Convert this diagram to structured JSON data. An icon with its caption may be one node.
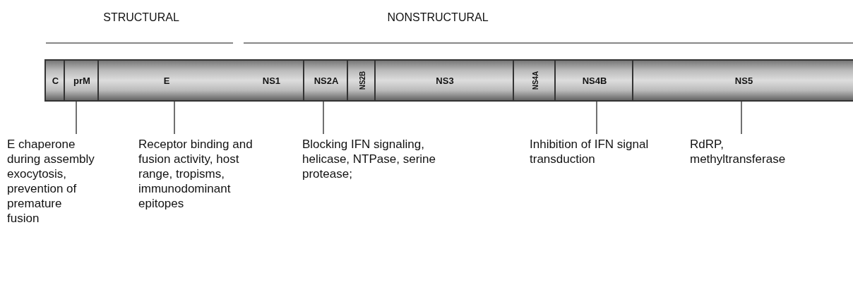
{
  "diagram": {
    "nodes": [
      {
        "text": [
          "C"
        ]
      },
      {
        "text": [
          "prM"
        ]
      },
      {
        "text": [
          "E",
          "NS1"
        ]
      },
      {
        "text": [
          "NS2A"
        ]
      },
      {
        "text": [
          "NS2B"
        ]
      },
      {
        "text": [
          "NS3"
        ]
      },
      {
        "text": [
          "NS4A"
        ]
      },
      {
        "text": [
          "NS4B"
        ]
      },
      {
        "text": [
          "NS5"
        ]
      },
      {
        "text": [
          "E chaperone during assembly exocytosis, prevention of premature fusion"
        ]
      },
      {
        "text": [
          "Receptor binding and fusion activity, host range, tropisms, immunodominant epitopes"
        ]
      },
      {
        "text": [
          "Blocking IFN signaling, helicase, NTPase, serine protease;"
        ]
      },
      {
        "text": [
          "Inhibition of IFN signal transduction"
        ]
      },
      {
        "text": [
          "RdRP, methyltransferase"
        ]
      }
    ],
    "edges": [
      {
        "from": 9,
        "to": 1,
        "arrow": "none"
      },
      {
        "from": 10,
        "to": 2,
        "arrow": "none"
      },
      {
        "from": 11,
        "to": 3,
        "arrow": "none"
      },
      {
        "from": 12,
        "to": 7,
        "arrow": "none"
      },
      {
        "from": 13,
        "to": 8,
        "arrow": "none"
      }
    ],
    "labels": [
      "STRUCTURAL",
      "NONSTRUCTURAL"
    ]
  }
}
